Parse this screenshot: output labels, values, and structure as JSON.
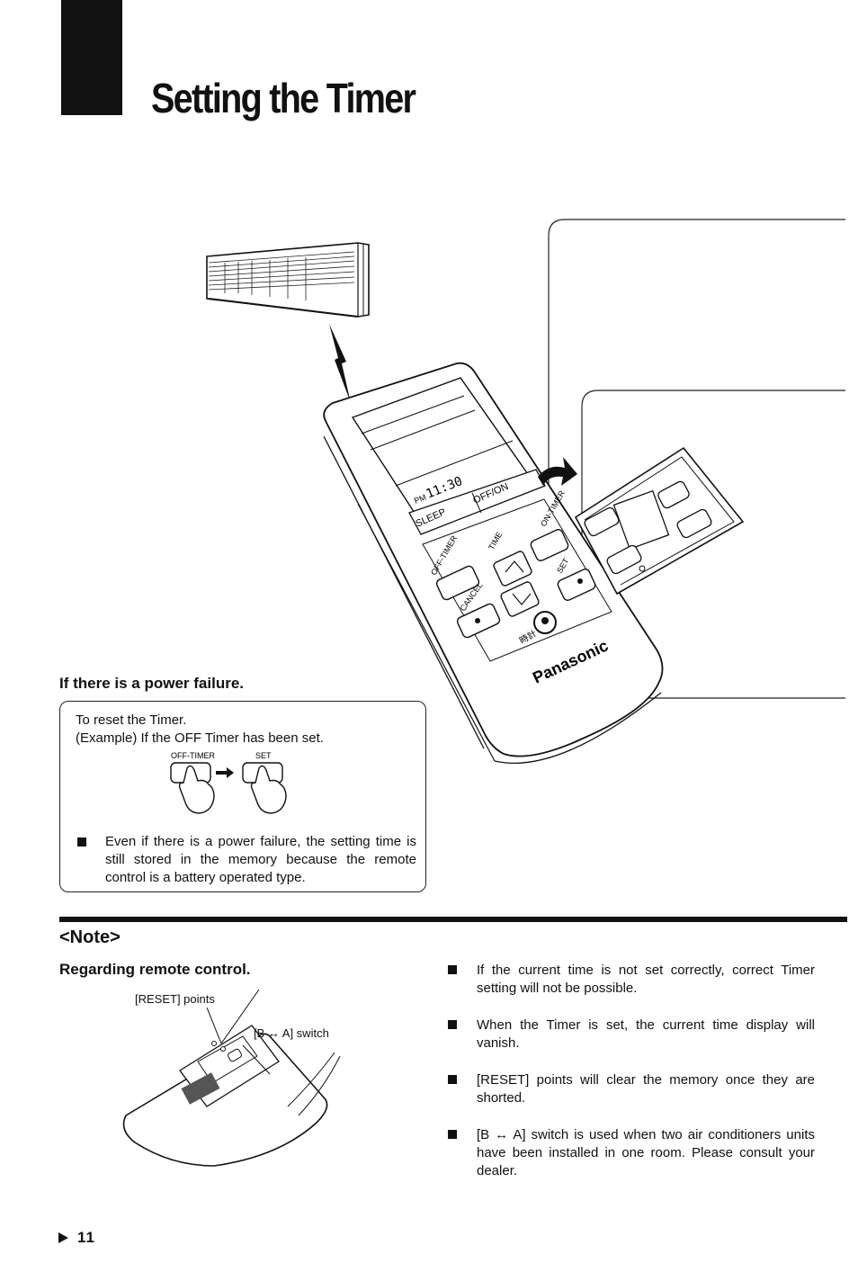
{
  "header": {
    "title": "Setting the Timer"
  },
  "remote": {
    "display_time": "11:30",
    "display_pm": "PM",
    "sleep_label": "SLEEP",
    "offon_label": "OFF/ON",
    "off_timer_label": "OFF-TIMER",
    "time_label": "TIME",
    "on_timer_label": "ON-TIMER",
    "set_label": "SET",
    "cancel_label": "CANCEL",
    "clock_label": "時計",
    "brand": "Panasonic"
  },
  "power_failure": {
    "heading": "If there is a power failure.",
    "line1": "To reset the Timer.",
    "line2": "(Example) If the OFF Timer has been set.",
    "button_left_label": "OFF-TIMER",
    "button_right_label": "SET",
    "bullet": "Even if there is a power failure, the setting time is still stored in the memory because the remote control is a battery operated type."
  },
  "note": {
    "heading": "<Note>",
    "subheading": "Regarding remote control.",
    "reset_label": "[RESET] points",
    "switch_label": "[B ↔ A] switch",
    "items": [
      "If the current time is not set correctly, correct Timer setting will not be possible.",
      "When the Timer is set, the current time display will vanish.",
      "[RESET] points will clear the memory once they are shorted.",
      "[B ↔ A] switch is used when two air conditioners units have been installed in one room. Please consult your dealer."
    ]
  },
  "footer": {
    "page_number": "11"
  }
}
